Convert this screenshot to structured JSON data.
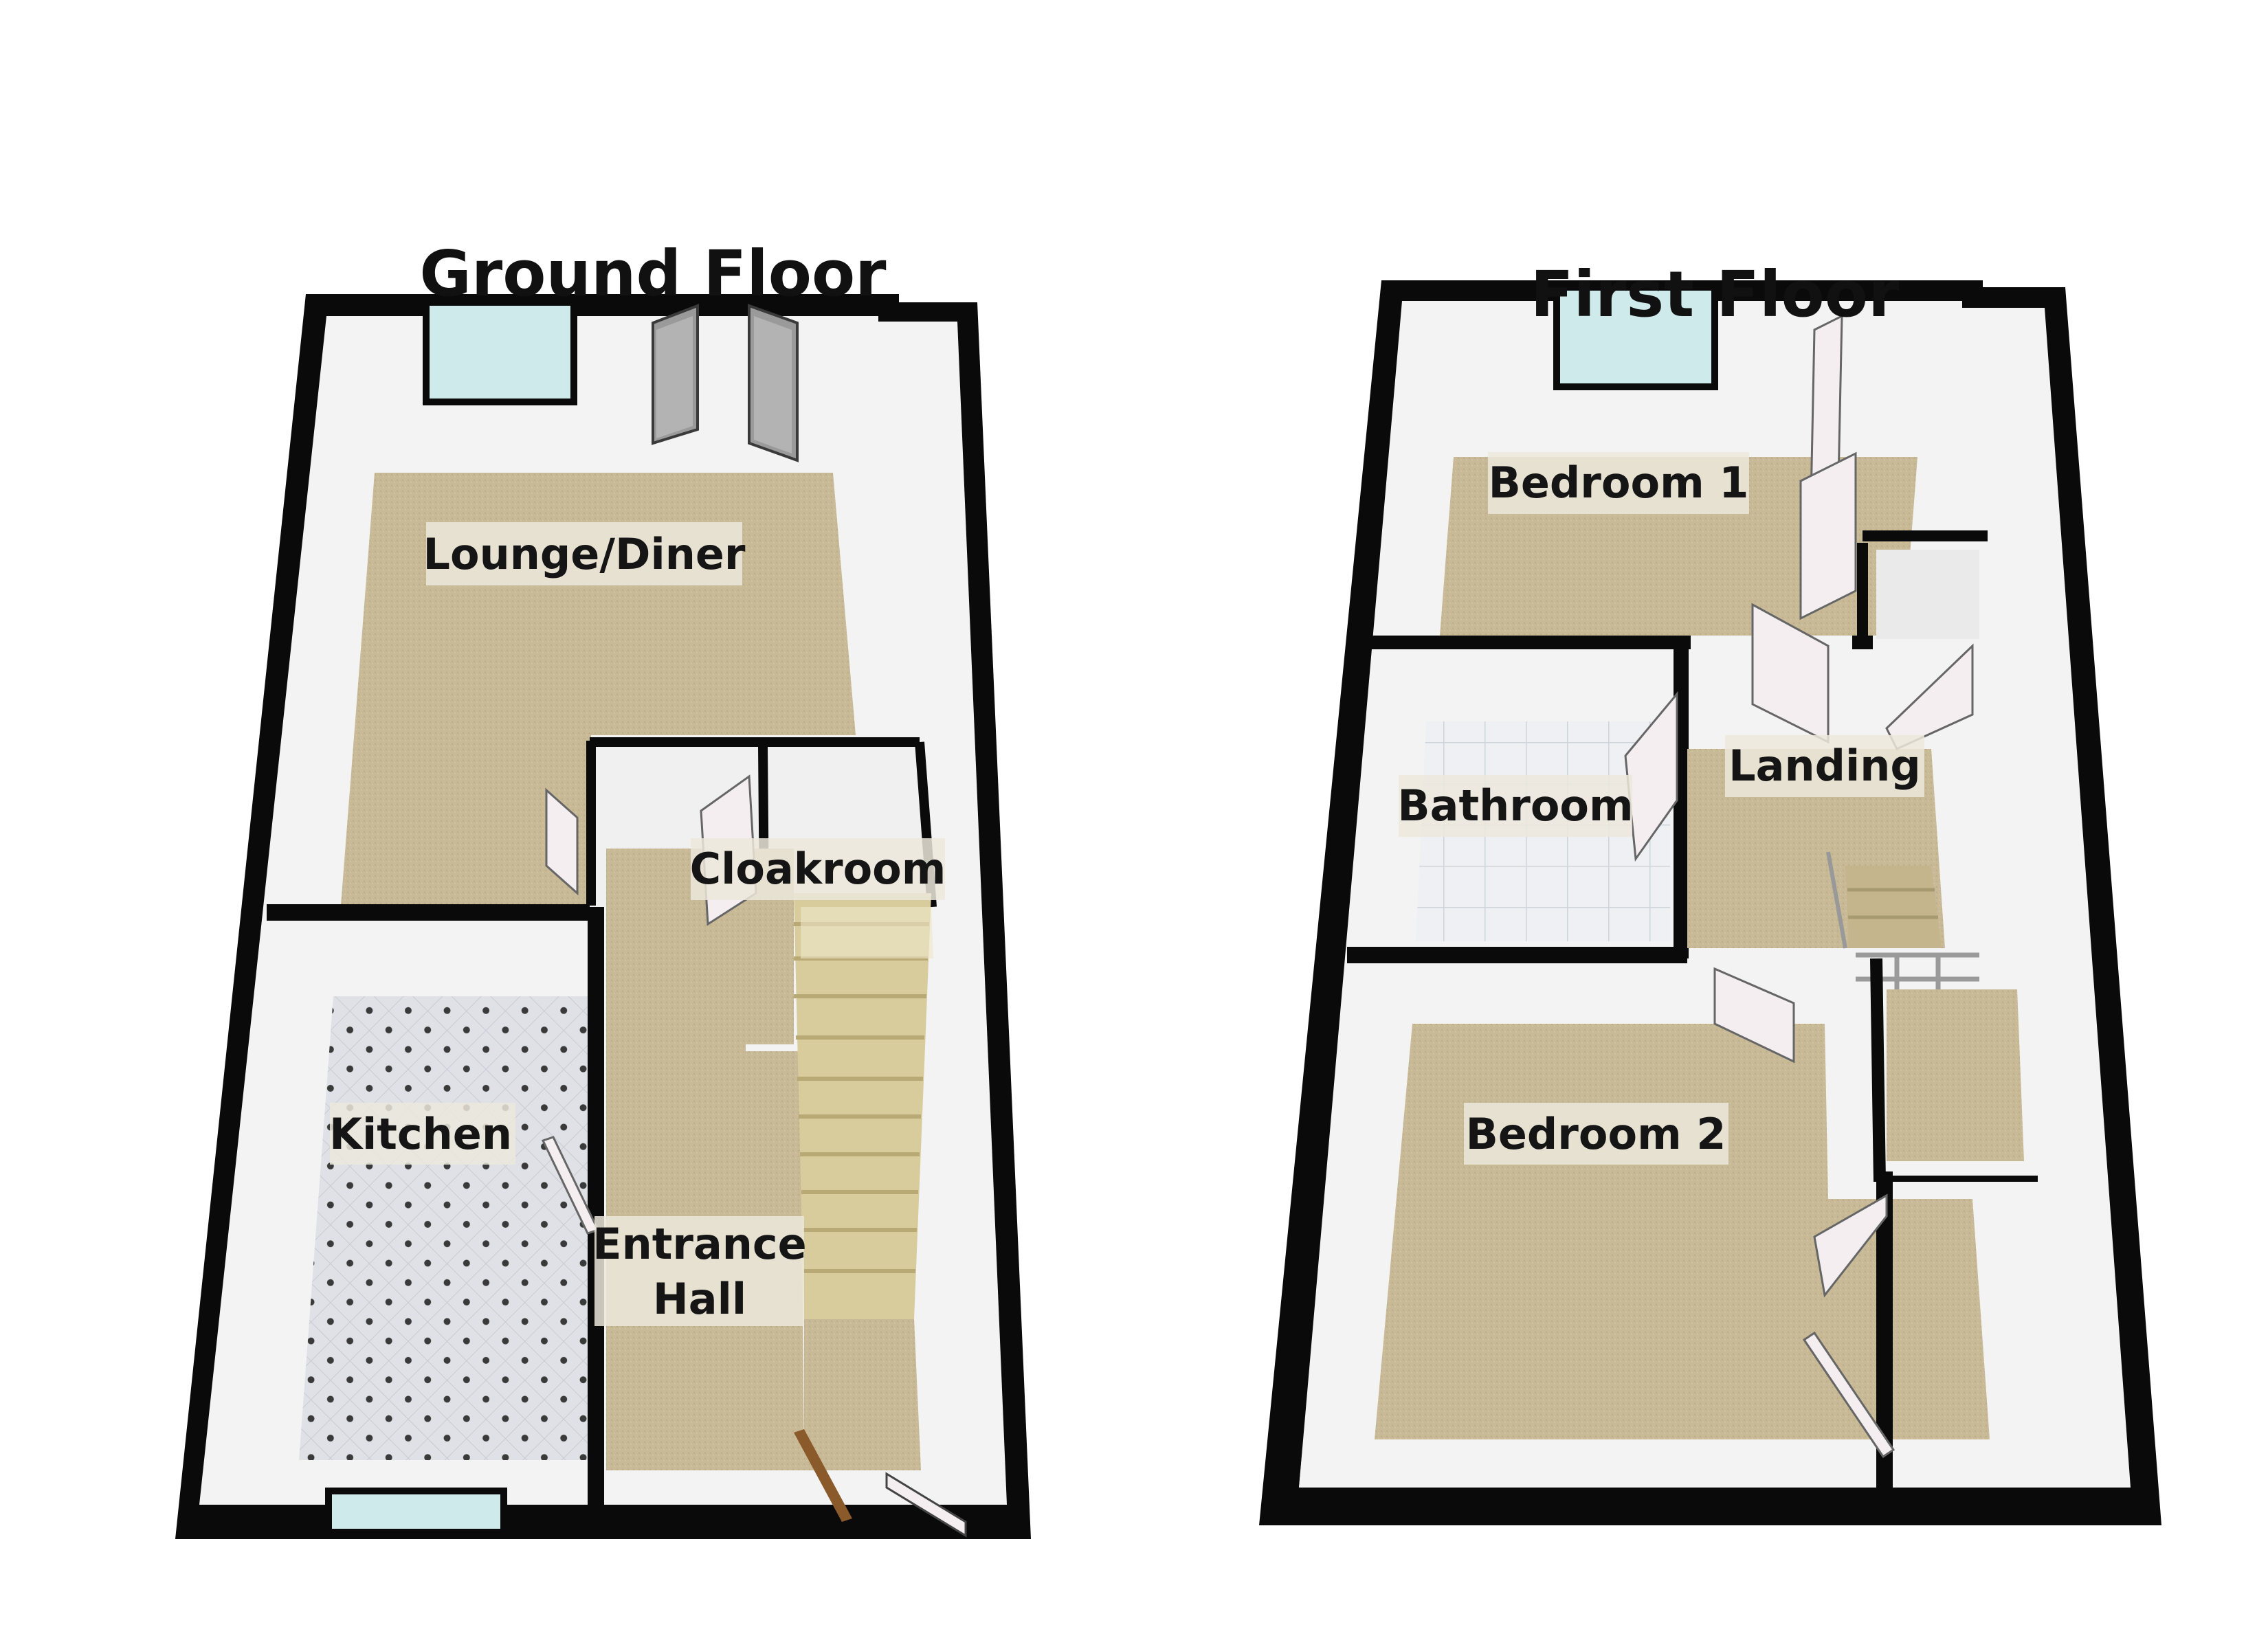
{
  "floors": {
    "ground": {
      "title": "Ground Floor",
      "rooms": {
        "lounge_diner": "Lounge/Diner",
        "cloakroom": "Cloakroom",
        "kitchen": "Kitchen",
        "entrance_hall_line1": "Entrance",
        "entrance_hall_line2": "Hall"
      }
    },
    "first": {
      "title": "First Floor",
      "rooms": {
        "bedroom_1": "Bedroom 1",
        "bathroom": "Bathroom",
        "landing": "Landing",
        "bedroom_2": "Bedroom 2"
      }
    }
  },
  "colors": {
    "wall": "#0a0a0a",
    "inner_wall": "#f3f3f3",
    "carpet": "#c9bb96",
    "tile": "#e4e6ea",
    "window": "#cfeaea",
    "door": "#f4eef0"
  }
}
